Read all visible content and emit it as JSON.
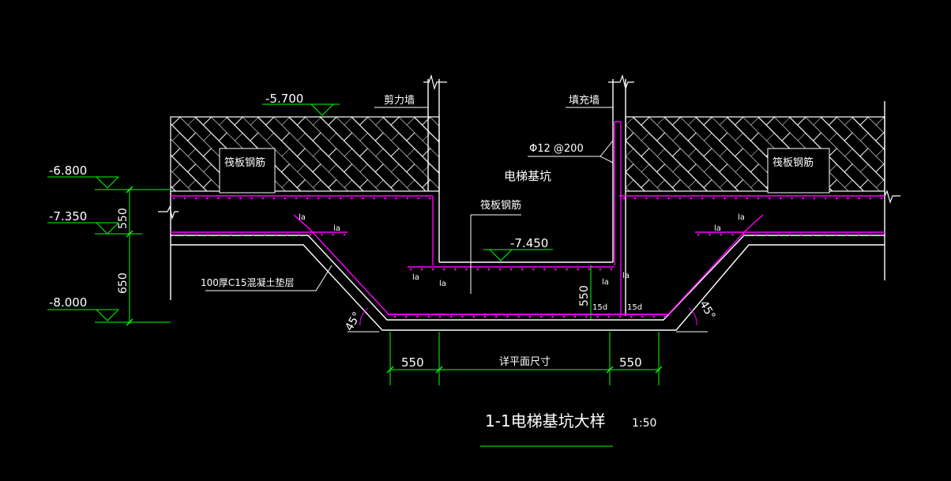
{
  "colors": {
    "background": "#000000",
    "outline": "#ffffff",
    "rebar": "#ff00ff",
    "dimension": "#00ff00"
  },
  "elevations": {
    "top_ground": "-5.700",
    "raft_top": "-6.800",
    "raft_bottom": "-7.350",
    "pit_floor": "-7.450",
    "pit_bottom": "-8.000"
  },
  "labels": {
    "shear_wall": "剪力墙",
    "infill_wall": "填充墙",
    "rebar_spec": "Φ12 @200",
    "raft_rebar_left": "筏板钢筋",
    "raft_rebar_right": "筏板钢筋",
    "raft_rebar_center": "筏板钢筋",
    "pit_name": "电梯基坑",
    "cushion": "100厚C15混凝土垫层",
    "la": "la",
    "ld15": "15d",
    "angle": "45°",
    "plan_size": "详平面尺寸"
  },
  "dimensions": {
    "raft_thickness": "550",
    "pit_depth": "650",
    "pit_wall_550": "550",
    "bottom_left": "550",
    "bottom_right": "550"
  },
  "title": {
    "text": "1-1电梯基坑大样",
    "scale": "1:50"
  }
}
